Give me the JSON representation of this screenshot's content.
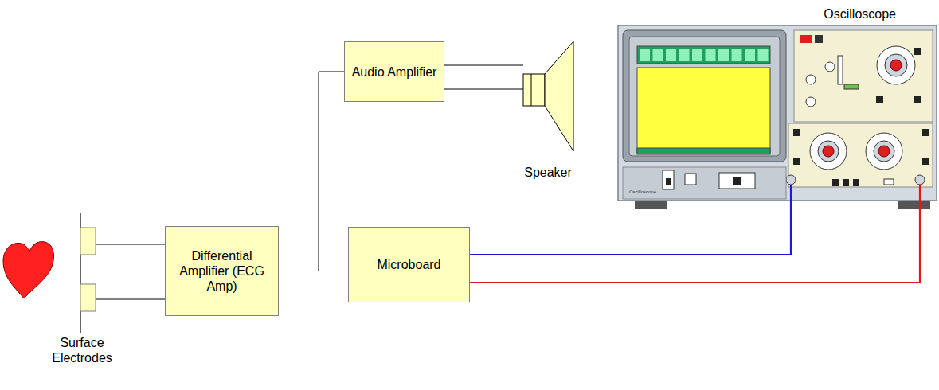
{
  "diagram": {
    "nodes": [
      {
        "text": [
          "Audio Amplifier"
        ]
      },
      {
        "text": [
          "Speaker"
        ]
      },
      {
        "text": [
          "Differential Amplifier (ECG Amp)"
        ]
      },
      {
        "text": [
          "Microboard"
        ]
      },
      {
        "text": [
          "Oscilloscope"
        ]
      }
    ],
    "edges": [
      {
        "from": 2,
        "to": 0,
        "arrow": "none"
      },
      {
        "from": 2,
        "to": 3,
        "arrow": "none"
      },
      {
        "from": 0,
        "to": 1,
        "arrow": "none"
      },
      {
        "from": 0,
        "to": 1,
        "arrow": "none"
      },
      {
        "from": 3,
        "to": 4,
        "arrow": "none"
      },
      {
        "from": 3,
        "to": 4,
        "arrow": "none"
      }
    ],
    "labels": [
      "Surface Electrodes",
      "Oscilloscope"
    ]
  }
}
